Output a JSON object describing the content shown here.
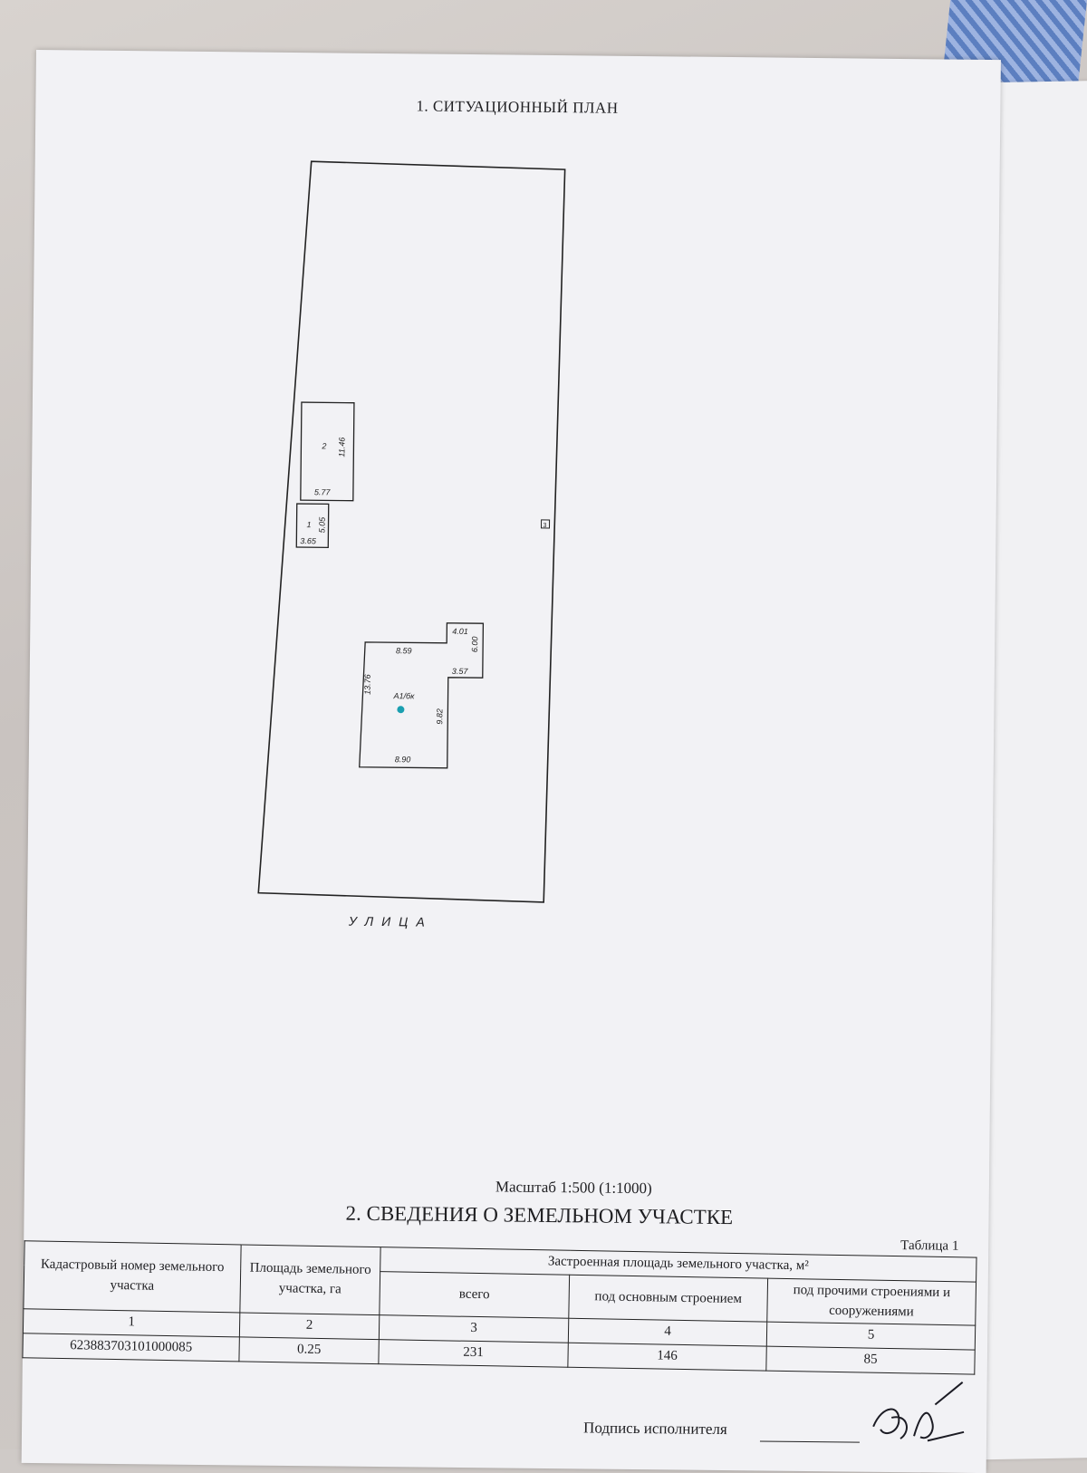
{
  "document": {
    "section1_title": "1. СИТУАЦИОННЫЙ ПЛАН",
    "street_label": "УЛИЦА",
    "scale_text": "Масштаб 1:500 (1:1000)",
    "section2_title": "2. СВЕДЕНИЯ О ЗЕМЕЛЬНОМ УЧАСТКЕ",
    "table_caption": "Таблица 1",
    "signature_label": "Подпись исполнителя"
  },
  "plan": {
    "building_2": {
      "label": "2",
      "length": "11.46",
      "width": "5.77"
    },
    "building_1": {
      "label": "1",
      "length": "5.05",
      "width": "3.65"
    },
    "main_building": {
      "label": "А1/бк",
      "dims": [
        "4.01",
        "8.59",
        "6.00",
        "3.57",
        "13.76",
        "9.82",
        "8.90"
      ]
    },
    "boundary_marker": "3"
  },
  "table": {
    "headers": {
      "cadastral": "Кадастровый номер земельного участка",
      "area": "Площадь земельного участка, га",
      "built_area": "Застроенная площадь земельного участка, м²",
      "total": "всего",
      "main": "под основным строением",
      "other": "под прочими строениями и сооружениями"
    },
    "column_numbers": [
      "1",
      "2",
      "3",
      "4",
      "5"
    ],
    "row": {
      "cadastral_number": "623883703101000085",
      "area_ha": "0.25",
      "total": "231",
      "main": "146",
      "other": "85"
    }
  },
  "colors": {
    "paper": "#f2f2f5",
    "ink": "#1f1f22",
    "point": "#1a9fb0"
  }
}
